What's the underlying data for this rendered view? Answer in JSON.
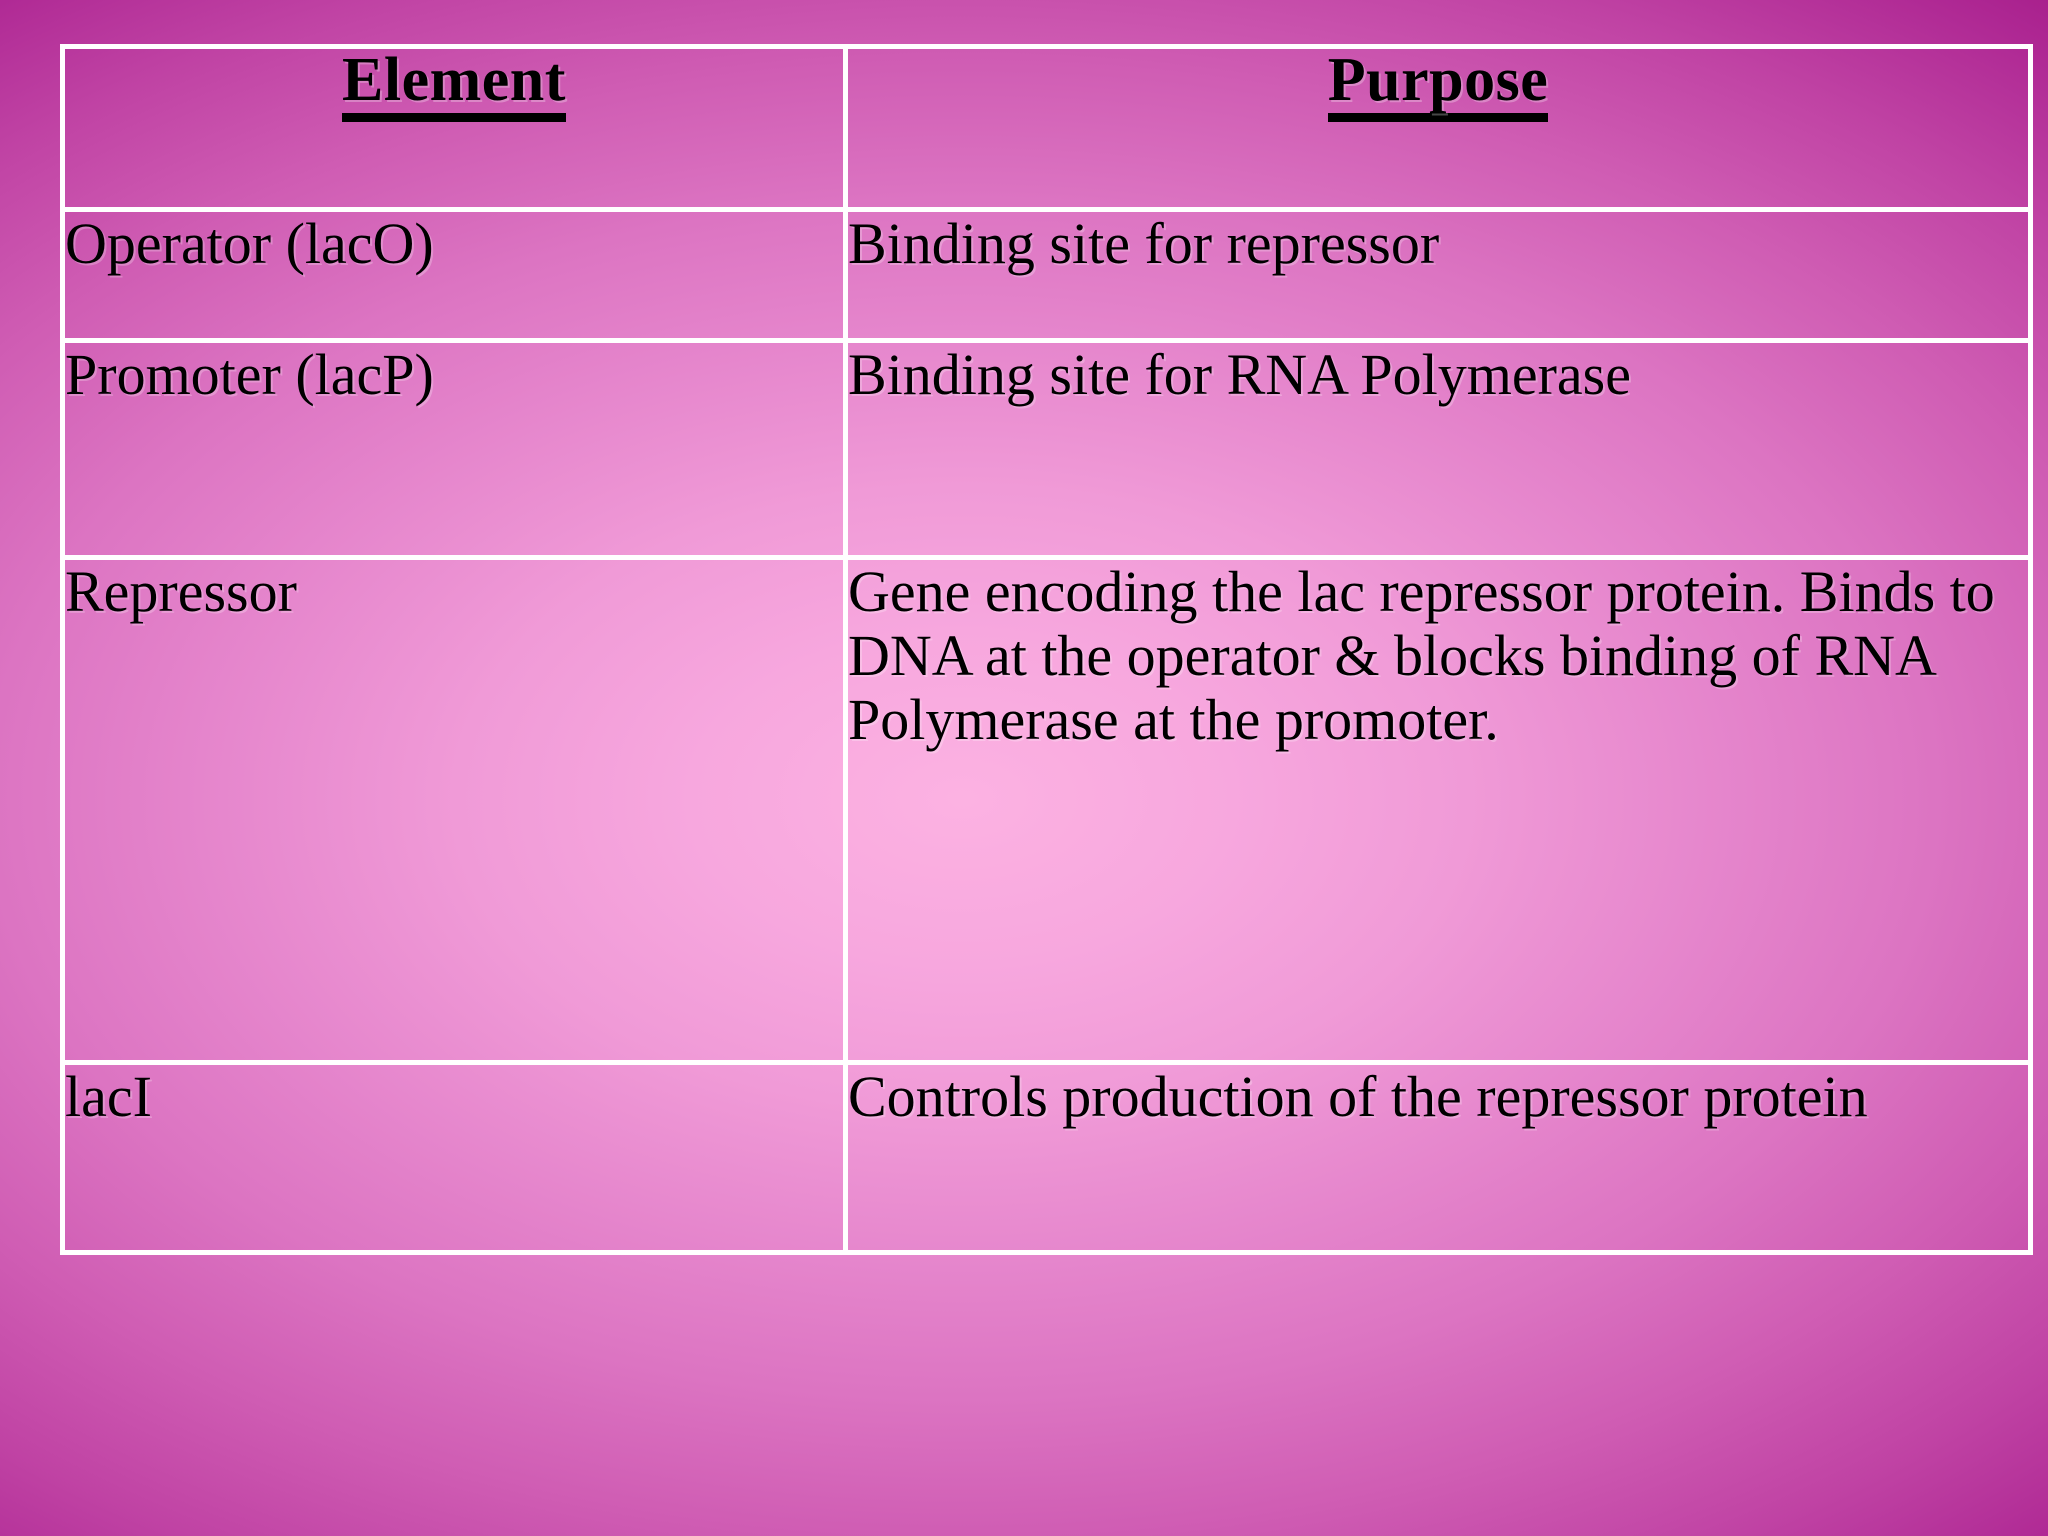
{
  "slide": {
    "background": {
      "center_color": "#fcb2e2",
      "edge_color": "#8d0b72"
    },
    "border_color": "#ffffff",
    "text_color": "#000000"
  },
  "table": {
    "columns": [
      {
        "key": "element",
        "header": "Element"
      },
      {
        "key": "purpose",
        "header": "Purpose"
      }
    ],
    "rows": [
      {
        "element": "Operator (lacO)",
        "purpose": "Binding site for repressor"
      },
      {
        "element": "Promoter (lacP)",
        "purpose": "Binding site for RNA Polymerase"
      },
      {
        "element": "Repressor",
        "purpose": "Gene encoding the lac repressor protein. Binds to DNA at the operator & blocks binding of RNA Polymerase at the promoter."
      },
      {
        "element": "lacI",
        "purpose": "Controls production of the repressor protein"
      }
    ]
  }
}
